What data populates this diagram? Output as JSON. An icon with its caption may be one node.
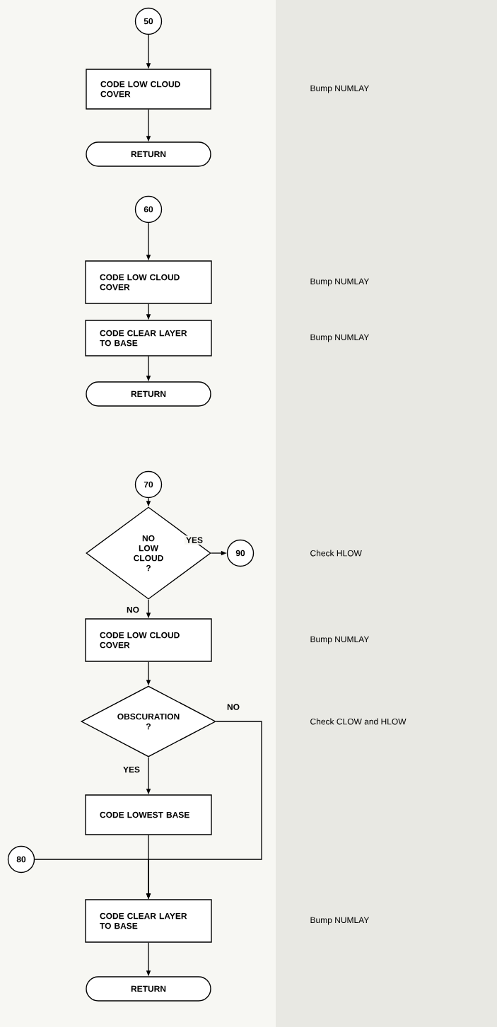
{
  "diagram": {
    "nodes": [
      {
        "text": [
          "50"
        ]
      },
      {
        "text": [
          "CODE LOW CLOUD COVER"
        ]
      },
      {
        "text": [
          "RETURN"
        ]
      },
      {
        "text": [
          "60"
        ]
      },
      {
        "text": [
          "CODE LOW CLOUD COVER"
        ]
      },
      {
        "text": [
          "CODE CLEAR LAYER TO BASE"
        ]
      },
      {
        "text": [
          "RETURN"
        ]
      },
      {
        "text": [
          "70"
        ]
      },
      {
        "text": [
          "NO LOW CLOUD ?"
        ]
      },
      {
        "text": [
          "90"
        ]
      },
      {
        "text": [
          "CODE LOW CLOUD COVER"
        ]
      },
      {
        "text": [
          "OBSCURATION ?"
        ]
      },
      {
        "text": [
          "CODE LOWEST BASE"
        ]
      },
      {
        "text": [
          "80"
        ]
      },
      {
        "text": [
          "CODE CLEAR LAYER TO BASE"
        ]
      },
      {
        "text": [
          "RETURN"
        ]
      }
    ],
    "labels": [
      "Bump NUMLAY",
      "Bump NUMLAY",
      "Bump NUMLAY",
      "Check HLOW",
      "Bump NUMLAY",
      "Check CLOW and HLOW",
      "Bump NUMLAY"
    ],
    "edges": [
      {
        "from": 0,
        "to": 1,
        "arrow": "to"
      },
      {
        "from": 1,
        "to": 2,
        "arrow": "to"
      },
      {
        "from": 3,
        "to": 4,
        "arrow": "to"
      },
      {
        "from": 4,
        "to": 5,
        "arrow": "to"
      },
      {
        "from": 5,
        "to": 6,
        "arrow": "to"
      },
      {
        "from": 7,
        "to": 8,
        "arrow": "to"
      },
      {
        "from": 8,
        "to": 9,
        "arrow": "to",
        "label": "YES"
      },
      {
        "from": 8,
        "to": 10,
        "arrow": "to",
        "label": "NO"
      },
      {
        "from": 10,
        "to": 11,
        "arrow": "to"
      },
      {
        "from": 11,
        "to": 12,
        "arrow": "to",
        "label": "YES"
      },
      {
        "from": 11,
        "to": 14,
        "arrow": "to",
        "label": "NO"
      },
      {
        "from": 12,
        "to": 14,
        "arrow": "to"
      },
      {
        "from": 13,
        "to": 14,
        "arrow": "to"
      },
      {
        "from": 14,
        "to": 15,
        "arrow": "to"
      }
    ]
  }
}
